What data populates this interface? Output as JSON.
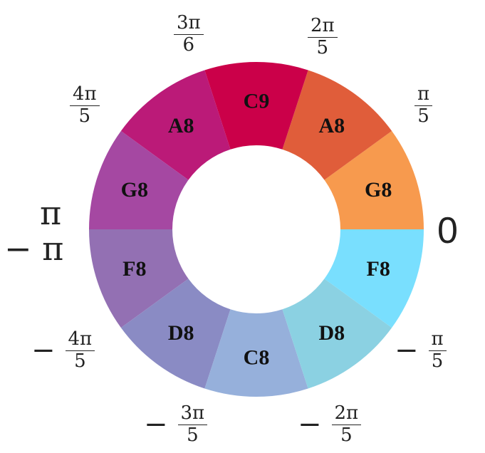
{
  "segments": [
    {
      "label": "G8",
      "color": "#F79A4E"
    },
    {
      "label": "A8",
      "color": "#E05D3A"
    },
    {
      "label": "C9",
      "color": "#CB0049"
    },
    {
      "label": "A8",
      "color": "#BB1A78"
    },
    {
      "label": "G8",
      "color": "#A548A2"
    },
    {
      "label": "F8",
      "color": "#9370B3"
    },
    {
      "label": "D8",
      "color": "#8A8BC4"
    },
    {
      "label": "C8",
      "color": "#96B0DB"
    },
    {
      "label": "D8",
      "color": "#8BD1E2"
    },
    {
      "label": "F8",
      "color": "#79DFFE"
    }
  ],
  "angle_labels": {
    "zero": "0",
    "pi": "π",
    "neg_pi": "− π",
    "pi_5": {
      "num": "π",
      "den": "5"
    },
    "two_pi_5": {
      "num": "2π",
      "den": "5"
    },
    "three_pi_6": {
      "num": "3π",
      "den": "6"
    },
    "four_pi_5": {
      "num": "4π",
      "den": "5"
    },
    "neg_four_pi_5": {
      "sign": "−",
      "num": "4π",
      "den": "5"
    },
    "neg_three_pi_5": {
      "sign": "−",
      "num": "3π",
      "den": "5"
    },
    "neg_two_pi_5": {
      "sign": "−",
      "num": "2π",
      "den": "5"
    },
    "neg_pi_5": {
      "sign": "−",
      "num": "π",
      "den": "5"
    }
  }
}
